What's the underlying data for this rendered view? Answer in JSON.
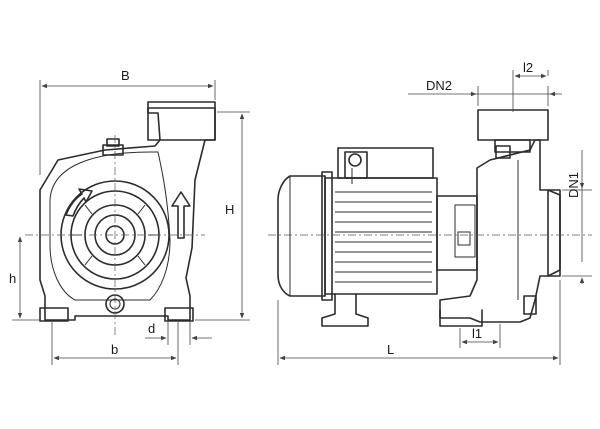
{
  "dimension_labels": {
    "B": "B",
    "H": "H",
    "h": "h",
    "b": "b",
    "d": "d",
    "DN2": "DN2",
    "l2": "l2",
    "DN1": "DN1",
    "L": "L",
    "l1": "l1"
  },
  "colors": {
    "outline": "#2c2c2c",
    "dimension": "#444444",
    "background": "#ffffff"
  }
}
